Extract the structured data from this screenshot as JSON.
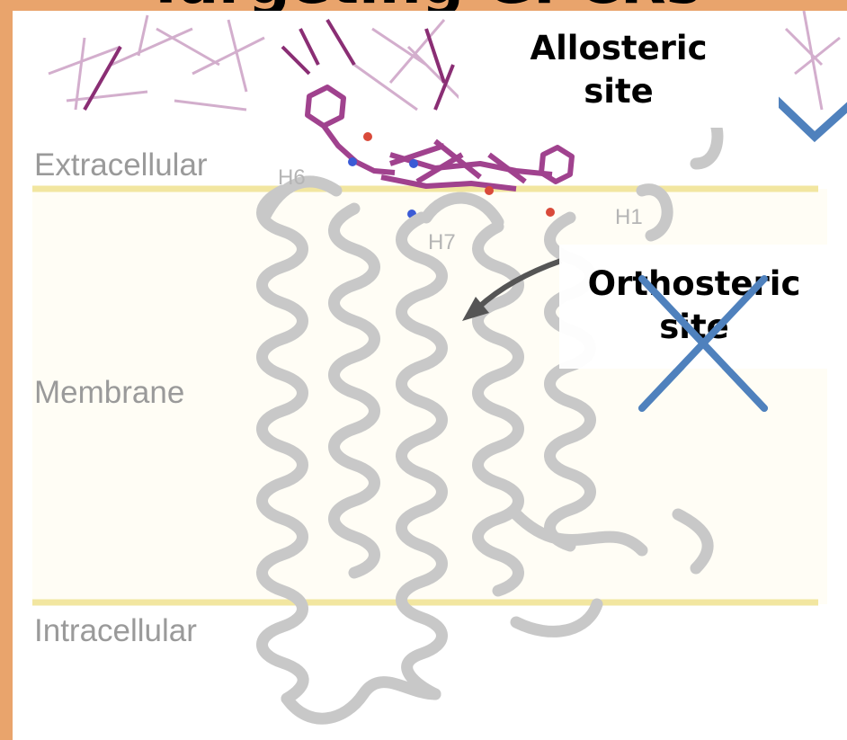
{
  "header": {
    "title": "Targeting GPCRs"
  },
  "regions": {
    "extracellular": "Extracellular",
    "membrane": "Membrane",
    "intracellular": "Intracellular"
  },
  "helices": {
    "h6": "H6",
    "h7": "H7",
    "h1": "H1"
  },
  "sites": {
    "allosteric": {
      "line1": "Allosteric",
      "line2": "site",
      "mark": "check-icon"
    },
    "orthosteric": {
      "line1": "Orthosteric",
      "line2": "site",
      "mark": "cross-icon"
    }
  },
  "colors": {
    "background": "#E9A46C",
    "membrane_fill": "#FFFDF5",
    "membrane_border": "#F2E6A0",
    "ligand": "#A0428E",
    "mark": "#4F81BD",
    "ribbon": "#C8C8C8"
  }
}
